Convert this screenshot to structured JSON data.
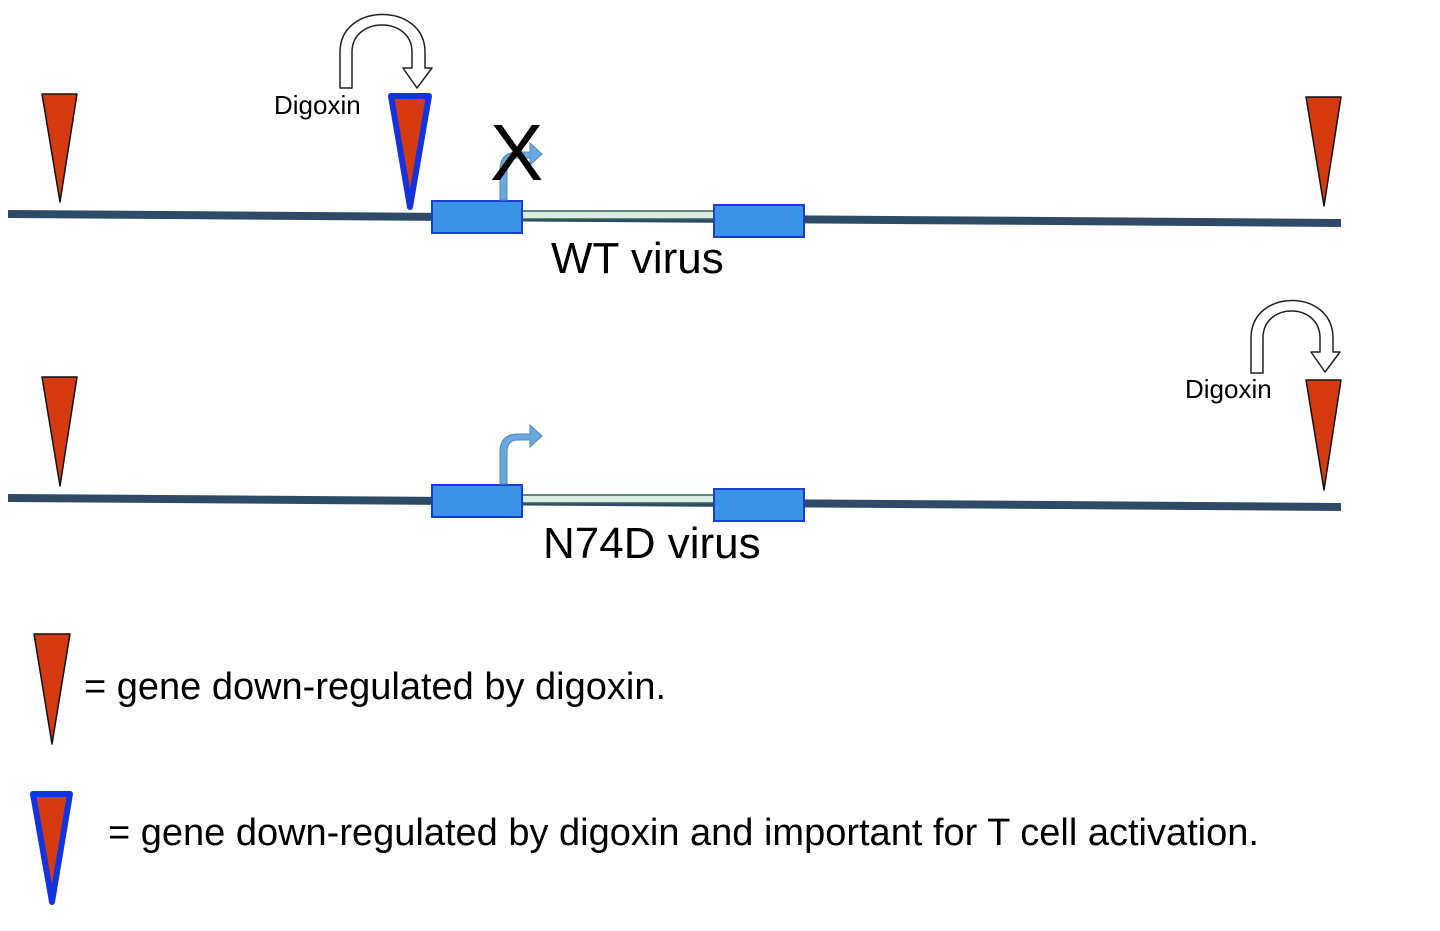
{
  "colors": {
    "chromosome": "#2e4a66",
    "exon_fill": "#3b93e8",
    "exon_stroke": "#1a3fd0",
    "intron": "#d9ede2",
    "intron_stroke": "#3b5e5a",
    "gene_fill": "#d63a10",
    "important_gene_stroke": "#1233e0",
    "promoter_arrow": "#6aa9e0",
    "digoxin_arrow_stroke": "#222222"
  },
  "wt": {
    "virus_label": "WT virus",
    "digoxin_label": "Digoxin",
    "block_mark": "X"
  },
  "n74d": {
    "virus_label": "N74D virus",
    "digoxin_label": "Digoxin"
  },
  "legend": {
    "gene_label": "= gene down-regulated by digoxin.",
    "important_gene_label": "= gene down-regulated by digoxin and important for T cell activation."
  }
}
